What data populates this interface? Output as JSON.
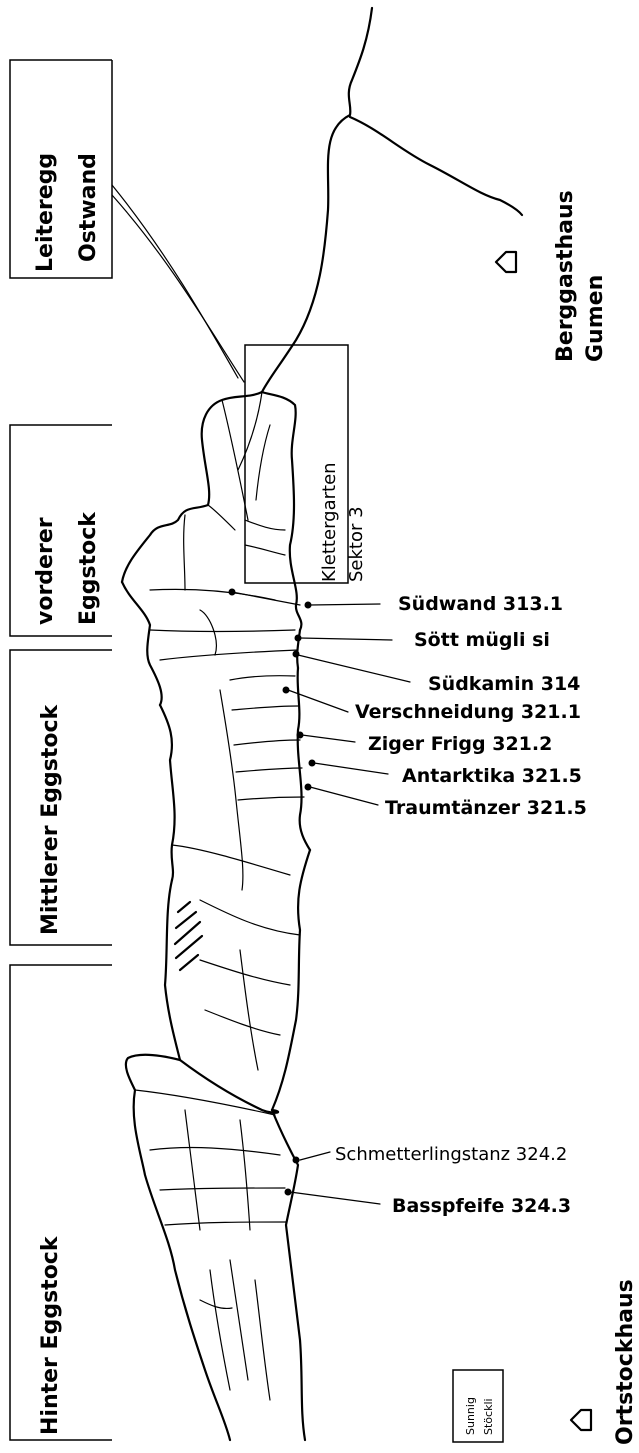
{
  "labels": {
    "leiteregg_line1": "Leiteregg",
    "leiteregg_line2": "Ostwand",
    "vorderer_line1": "vorderer",
    "vorderer_line2": "Eggstock",
    "mittlerer": "Mittlerer Eggstock",
    "hinter": "Hinter Eggstock",
    "klettergarten_line1": "Klettergarten",
    "klettergarten_line2": "Sektor 3",
    "berggasthaus_line1": "Berggasthaus",
    "berggasthaus_line2": "Gumen",
    "ortstockhaus": "Ortstockhaus",
    "sunnig_line1": "Sunnig",
    "sunnig_line2": "Stöckli"
  },
  "routes": [
    "Südwand 313.1",
    "Sött mügli si",
    "Südkamin 314",
    "Verschneidung 321.1",
    "Ziger Frigg 321.2",
    "Antarktika 321.5",
    "Traumtänzer 321.5",
    "Schmetterlingstanz 324.2",
    "Basspfeife 324.3"
  ],
  "icons": {
    "hut_gumen": "house-icon",
    "hut_ortstock": "house-icon"
  }
}
